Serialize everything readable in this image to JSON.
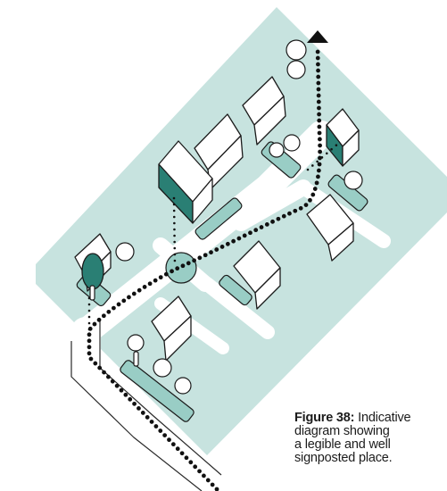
{
  "caption": {
    "figure_label": "Figure 38:",
    "line1_rest": " Indicative",
    "line2": "diagram showing",
    "line3": "a legible and well",
    "line4": "signposted place."
  },
  "colors": {
    "land": "#c7e3df",
    "building_fill": "#ffffff",
    "outline": "#1b1b1b",
    "landmark_dark": "#2a7f74",
    "planting": "#99cdc5",
    "route": "#111111"
  }
}
